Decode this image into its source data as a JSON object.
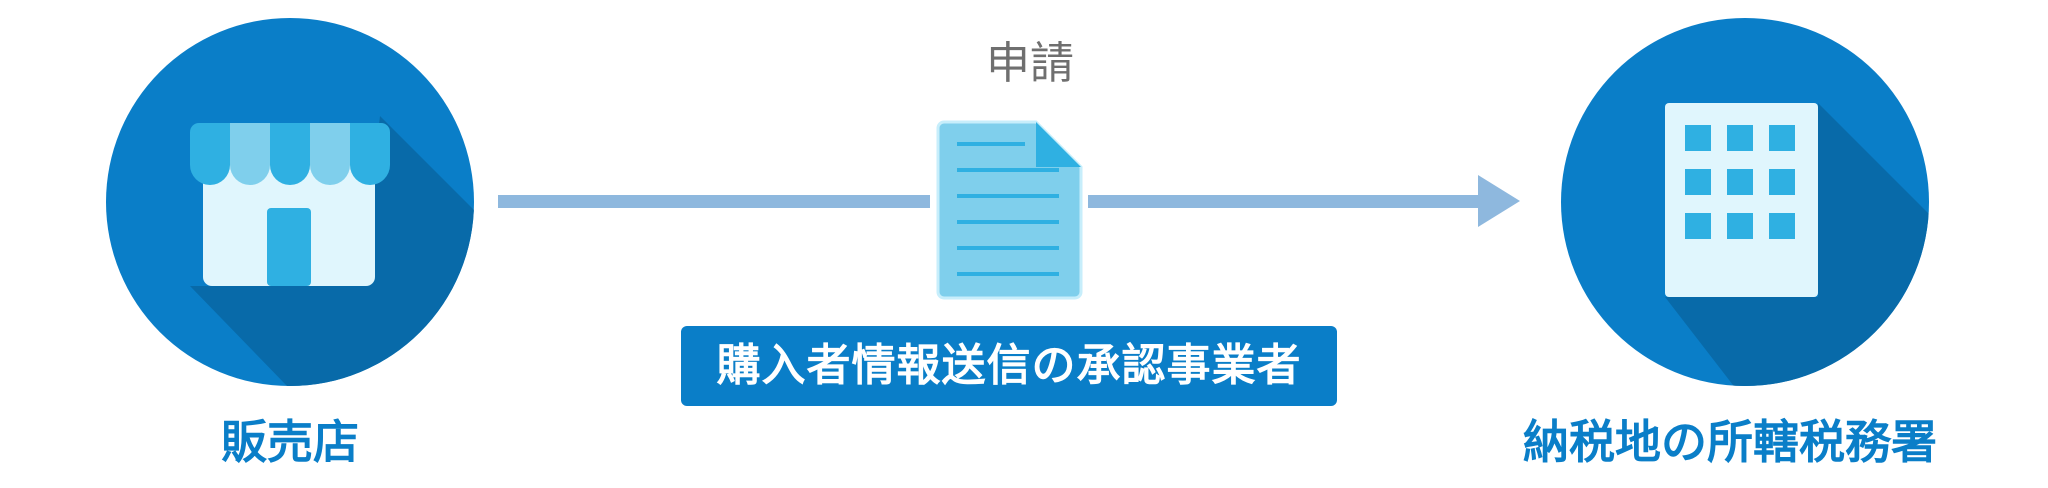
{
  "diagram": {
    "nodes": {
      "shop": {
        "label": "販売店",
        "icon": "shop-icon"
      },
      "tax_office": {
        "label": "納税地の所轄税務署",
        "icon": "building-icon"
      }
    },
    "flow": {
      "label": "申請",
      "document_icon": "document-icon",
      "business_label": "購入者情報送信の承認事業者"
    },
    "colors": {
      "circle": "#0a7ec8",
      "circle_shadow": "#086aa9",
      "arrow": "#8eb8de",
      "document_fill": "#7fcfec",
      "document_fold": "#2fb0e2",
      "label_text": "#0a7ec8",
      "badge_background": "#0a7ec8",
      "flow_label_text": "#6f6f6f",
      "icon_light": "#e0f6fd",
      "icon_dark": "#2fb0e2",
      "icon_mid": "#7fcfec"
    }
  }
}
